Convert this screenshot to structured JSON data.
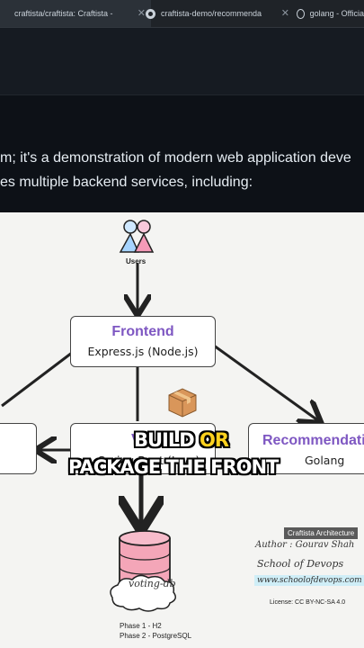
{
  "browser": {
    "tabs": [
      {
        "title": "craftista/craftista: Craftista -",
        "active": true
      },
      {
        "title": "craftista-demo/recommenda",
        "active": false
      },
      {
        "title": "golang - Officia",
        "active": false
      }
    ]
  },
  "readme": {
    "line1": "m; it's a demonstration of modern web application deve",
    "line2": "es multiple backend services, including:"
  },
  "diagram": {
    "users_label": "Users",
    "frontend_title": "Frontend",
    "frontend_sub": "Express.js (Node.js)",
    "voting_title_partial": "V",
    "voting_sub_partial": "Spring Boot (Java)",
    "recommendation_title": "Recommendati",
    "recommendation_sub": "Golang",
    "db_label": "voting-db",
    "phase1": "Phase 1 - H2",
    "phase2": "Phase 2 - PostgreSQL",
    "arch_badge": "Craftista Architecture",
    "author": "Author : Gourav Shah",
    "school": "School of Devops",
    "website": "www.schoolofdevops.com",
    "license": "License: CC BY-NC-SA 4.0"
  },
  "caption": {
    "line1_a": "BUILD",
    "line1_b": "OR",
    "line2": "PACKAGE THE FRONT"
  },
  "colors": {
    "accent": "#7e57c2",
    "caption_highlight": "#ffd21e",
    "db_pink": "#f4a6b8"
  },
  "icons": [
    "github-icon",
    "globe-icon",
    "close-icon",
    "package-emoji-icon",
    "users-icon",
    "database-icon"
  ]
}
